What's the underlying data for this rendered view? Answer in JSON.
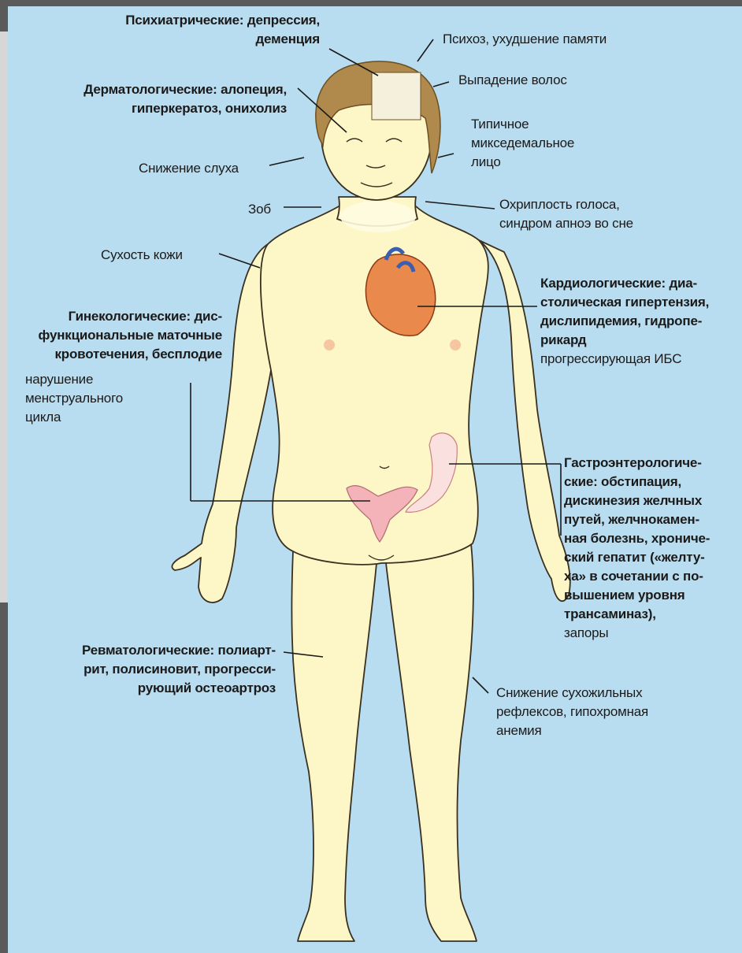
{
  "colors": {
    "background": "#b9ddf0",
    "skin": "#fdf7c8",
    "outline": "#3a3020",
    "hair": "#b08a4c",
    "heart": "#e98a4c",
    "uterus": "#f4b3b8"
  },
  "labels": {
    "psychiatric": [
      "Психиатрические: депрессия,",
      "деменция"
    ],
    "psychosis": "Психоз, ухудшение памяти",
    "dermatological": [
      "Дерматологические: алопеция,",
      "гиперкератоз, онихолиз"
    ],
    "hair_loss": "Выпадение волос",
    "myxedema_face": [
      "Типичное",
      "микседемальное",
      "лицо"
    ],
    "hearing_loss": "Снижение слуха",
    "goiter": "Зоб",
    "hoarseness": [
      "Охриплость голоса,",
      "синдром апноэ во сне"
    ],
    "dry_skin": "Сухость кожи",
    "cardiological": [
      "Кардиологические: диа-",
      "столическая гипертензия,",
      "дислипидемия, гидропе-",
      "рикард",
      "прогрессирующая ИБС"
    ],
    "gynecological": [
      "Гинекологические: дис-",
      "функциональные маточные",
      "кровотечения, бесплодие",
      "нарушение",
      "менструального",
      "цикла"
    ],
    "gastro": [
      "Гастроэнтерологиче-",
      "ские: обстипация,",
      "дискинезия желчных",
      "путей, желчнокамен-",
      "ная болезнь, хрониче-",
      "ский гепатит («желту-",
      "ха» в сочетании с по-",
      "вышением уровня",
      "трансаминаз),",
      "запоры"
    ],
    "rheumatological": [
      "Ревматологические: полиарт-",
      "рит, полисиновит, прогресси-",
      "рующий остеоартроз"
    ],
    "reflexes": [
      "Снижение сухожильных",
      "рефлексов, гипохромная",
      "анемия"
    ]
  }
}
